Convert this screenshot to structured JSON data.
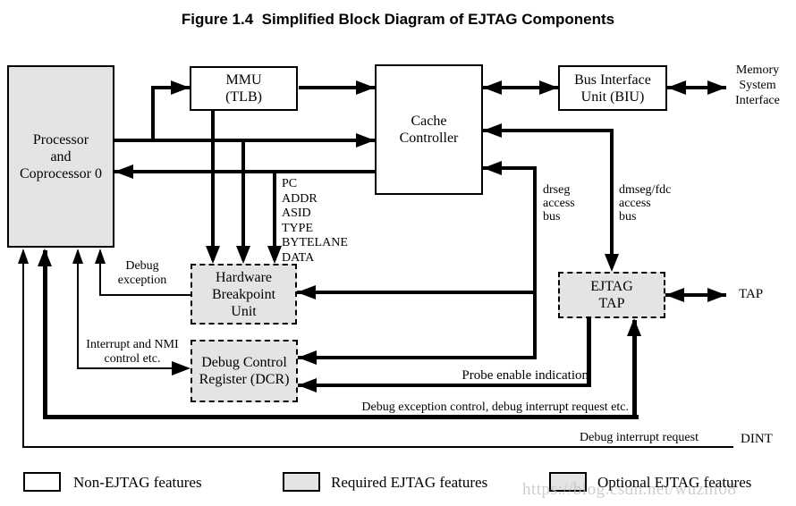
{
  "title": "Figure 1.4  Simplified Block Diagram of EJTAG Components",
  "boxes": {
    "processor": "Processor\nand\nCoprocessor 0",
    "mmu": "MMU\n(TLB)",
    "cache_controller": "Cache\nController",
    "biu": "Bus Interface\nUnit (BIU)",
    "hbu": "Hardware\nBreakpoint\nUnit",
    "dcr": "Debug Control\nRegister (DCR)",
    "ejtag_tap": "EJTAG\nTAP"
  },
  "labels": {
    "memory_system_interface": "Memory\nSystem\nInterface",
    "signal_list": "PC\nADDR\nASID\nTYPE\nBYTELANE\nDATA",
    "drseg_bus": "drseg\naccess\nbus",
    "dmseg_bus": "dmseg/fdc\naccess\nbus",
    "debug_exception": "Debug\nexception",
    "interrupt_nmi": "Interrupt and NMI\ncontrol etc.",
    "probe_enable": "Probe enable indication",
    "debug_exception_control": "Debug exception control, debug interrupt request etc.",
    "debug_interrupt_request": "Debug interrupt request",
    "dint": "DINT",
    "tap": "TAP"
  },
  "legend": {
    "items": [
      {
        "label": "Non-EJTAG features",
        "style": "plain"
      },
      {
        "label": "Required EJTAG features",
        "style": "required"
      },
      {
        "label": "Optional EJTAG features",
        "style": "optional"
      }
    ]
  },
  "watermark": "https://blog.csdn.net/wuzhi08",
  "colors": {
    "shaded_fill": "#e4e4e4",
    "line": "#000000",
    "watermark": "#bebebe",
    "background": "#ffffff"
  }
}
